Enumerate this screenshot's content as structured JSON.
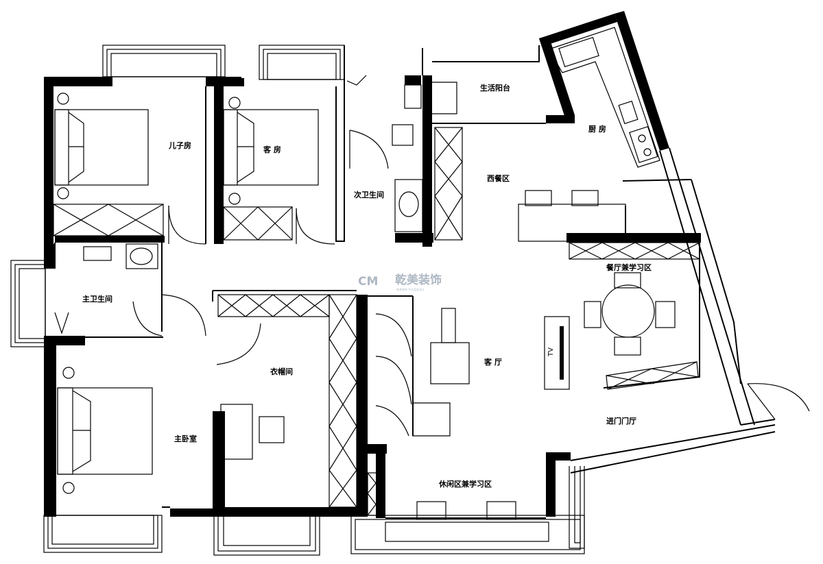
{
  "rooms": {
    "son_room": "儿子房",
    "guest_room": "客 房",
    "second_bath": "次卫生间",
    "kitchen_balcony": "生活阳台",
    "kitchen": "厨 房",
    "western_dining": "西餐区",
    "dining_study": "餐厅兼学习区",
    "master_bath": "主卫生间",
    "walk_in_closet": "衣帽间",
    "living_room": "客 厅",
    "master_bedroom": "主卧室",
    "entrance_hall": "进门门厅",
    "leisure_study": "休闲区兼学习区"
  },
  "tv_label": "TV",
  "logo": {
    "mark": "CM",
    "name": "乾美装饰",
    "tagline": "乾美装饰 专注家居设计"
  },
  "colors": {
    "wall": "#000000",
    "background": "#ffffff",
    "logo": "#aeb8c4"
  }
}
